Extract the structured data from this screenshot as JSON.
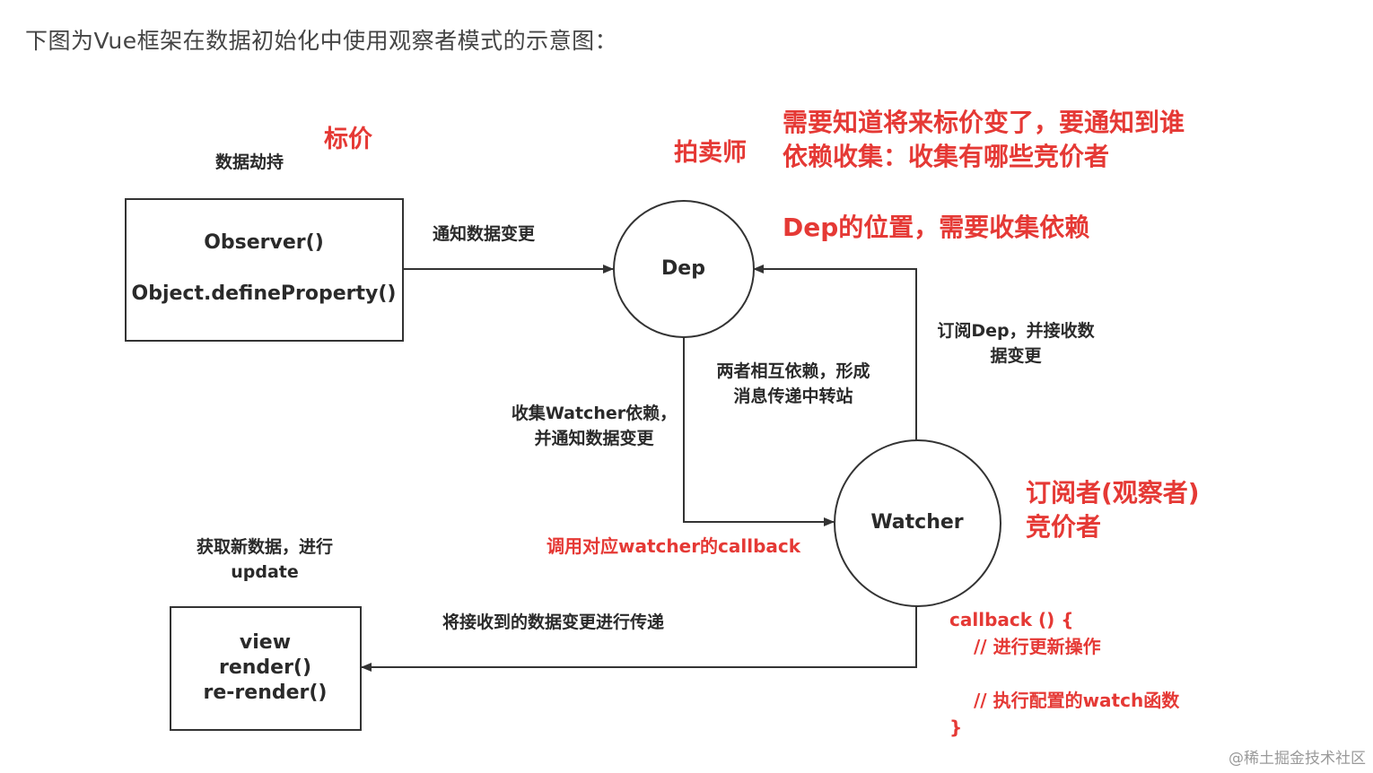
{
  "intro": "下图为Vue框架在数据初始化中使用观察者模式的示意图：",
  "labels": {
    "hijack": "数据劫持",
    "notify_change": "通知数据变更",
    "subscribe_line1": "订阅Dep，并接收数",
    "subscribe_line2": "据变更",
    "relay_line1": "两者相互依赖，形成",
    "relay_line2": "消息传递中转站",
    "collect_line1": "收集Watcher依赖，",
    "collect_line2": "并通知数据变更",
    "fetch_line1": "获取新数据，进行",
    "fetch_line2": "update",
    "pass_change": "将接收到的数据变更进行传递"
  },
  "red_labels": {
    "bid_price": "标价",
    "auctioneer": "拍卖师",
    "need_know_line1": "需要知道将来标价变了，要通知到谁",
    "need_know_line2": "依赖收集：收集有哪些竞价者",
    "dep_position": "Dep的位置，需要收集依赖",
    "subscriber_line1": "订阅者(观察者)",
    "subscriber_line2": "竞价者",
    "call_callback": "调用对应watcher的callback",
    "code_line1": "callback () {",
    "code_line2": "// 进行更新操作",
    "code_line3": "// 执行配置的watch函数",
    "code_line4": "}"
  },
  "nodes": {
    "observer_line1": "Observer()",
    "observer_line2": "Object.defineProperty()",
    "dep": "Dep",
    "watcher": "Watcher",
    "view_line1": "view",
    "view_line2": "render()",
    "view_line3": "re-render()"
  },
  "watermark": "@稀土掘金技术社区",
  "colors": {
    "accent_red": "#e53935",
    "line": "#333333"
  }
}
